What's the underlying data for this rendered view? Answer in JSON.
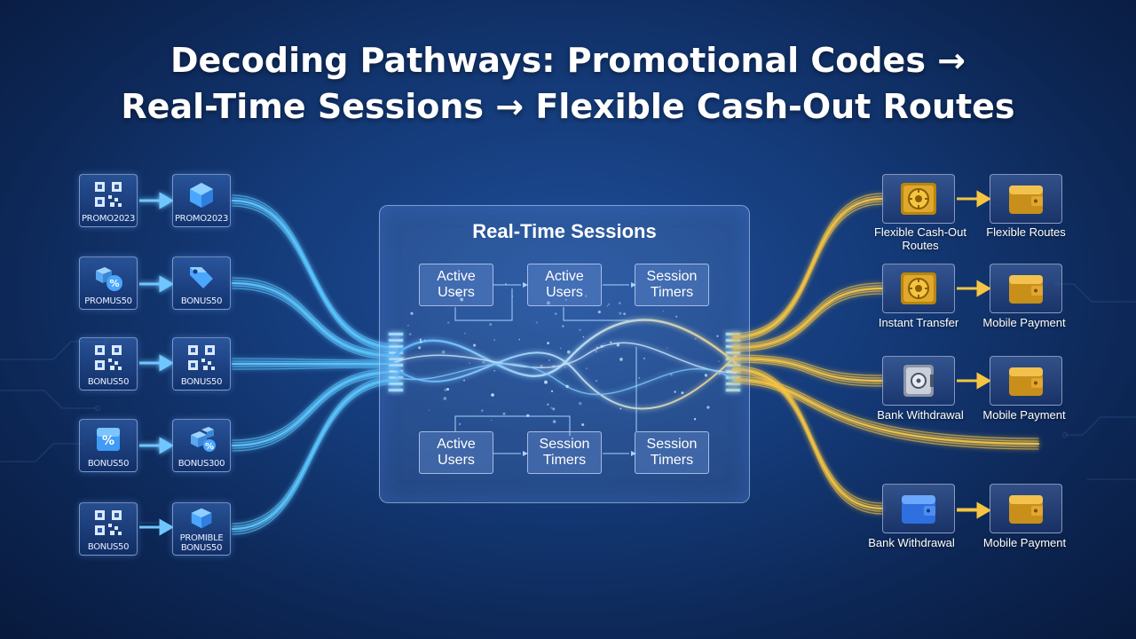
{
  "title": {
    "line1": "Decoding Pathways: Promotional Codes →",
    "line2": "Real-Time Sessions → Flexible Cash-Out Routes"
  },
  "left_rows": [
    {
      "source_label": "PROMO2023",
      "source_icon": "qr-code-icon",
      "target_label": "PROMO2023",
      "target_icon": "cube-icon"
    },
    {
      "source_label": "PROMUS50",
      "source_icon": "discount-cubes-icon",
      "target_label": "BONUS50",
      "target_icon": "price-tag-icon"
    },
    {
      "source_label": "BONUS50",
      "source_icon": "qr-code-icon",
      "target_label": "BONUS50",
      "target_icon": "qr-code-icon"
    },
    {
      "source_label": "BONUS50",
      "source_icon": "percent-badge-icon",
      "target_label": "BONUS300",
      "target_icon": "discount-cubes-icon"
    },
    {
      "source_label": "BONUS50",
      "source_icon": "qr-code-icon",
      "target_label": "PROMIBLE BONUS50",
      "target_icon": "cube-icon"
    }
  ],
  "panel": {
    "title": "Real-Time Sessions",
    "top_nodes": [
      "Active Users",
      "Active Users",
      "Session Timers"
    ],
    "bottom_nodes": [
      "Active Users",
      "Session Timers",
      "Session Timers"
    ]
  },
  "right_rows": [
    {
      "source_label": "Flexible Cash-Out Routes",
      "source_icon": "gold-vault-icon",
      "target_label": "Flexible Routes",
      "target_icon": "gold-wallet-icon"
    },
    {
      "source_label": "Instant Transfer",
      "source_icon": "gold-vault-icon",
      "target_label": "Mobile Payment",
      "target_icon": "gold-wallet-icon"
    },
    {
      "source_label": "Bank Withdrawal",
      "source_icon": "steel-safe-icon",
      "target_label": "Mobile Payment",
      "target_icon": "gold-wallet-icon"
    },
    {
      "source_label": "Bank Withdrawal",
      "source_icon": "blue-wallet-icon",
      "target_label": "Mobile Payment",
      "target_icon": "gold-wallet-icon"
    }
  ],
  "colors": {
    "flow_blue": "#5ec8ff",
    "flow_gold": "#f5c542",
    "background": "#143a78"
  }
}
